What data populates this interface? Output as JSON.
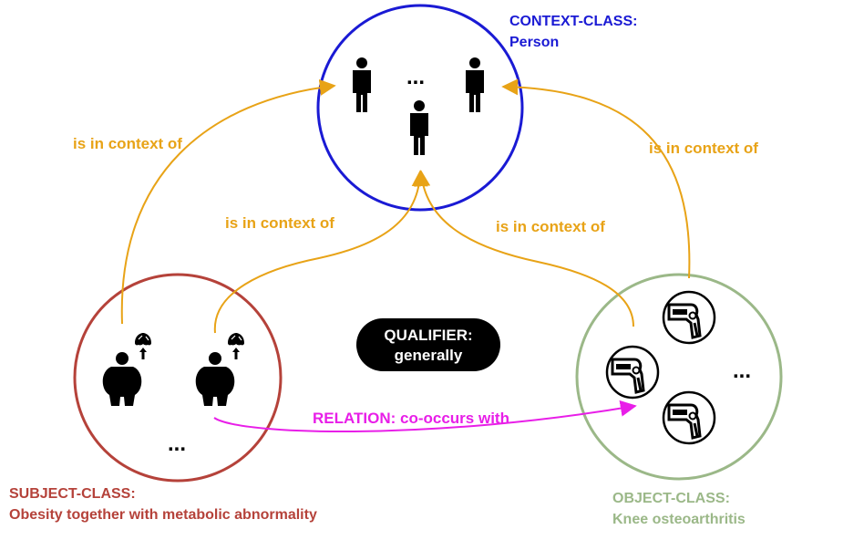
{
  "context": {
    "title": "CONTEXT-CLASS:",
    "name": "Person",
    "ellipsis": "...",
    "color": "#1a1ad4"
  },
  "subject": {
    "title": "SUBJECT-CLASS:",
    "name": "Obesity together with metabolic abnormality",
    "ellipsis": "...",
    "color": "#b5423a"
  },
  "object": {
    "title": "OBJECT-CLASS:",
    "name": "Knee osteoarthritis",
    "ellipsis": "...",
    "color": "#9bb888"
  },
  "qualifier": {
    "title": "QUALIFIER:",
    "value": "generally"
  },
  "relation": {
    "label": "RELATION: co-occurs with",
    "color": "#e81ee8"
  },
  "context_edges": {
    "label": "is in context of",
    "color": "#e8a317"
  }
}
